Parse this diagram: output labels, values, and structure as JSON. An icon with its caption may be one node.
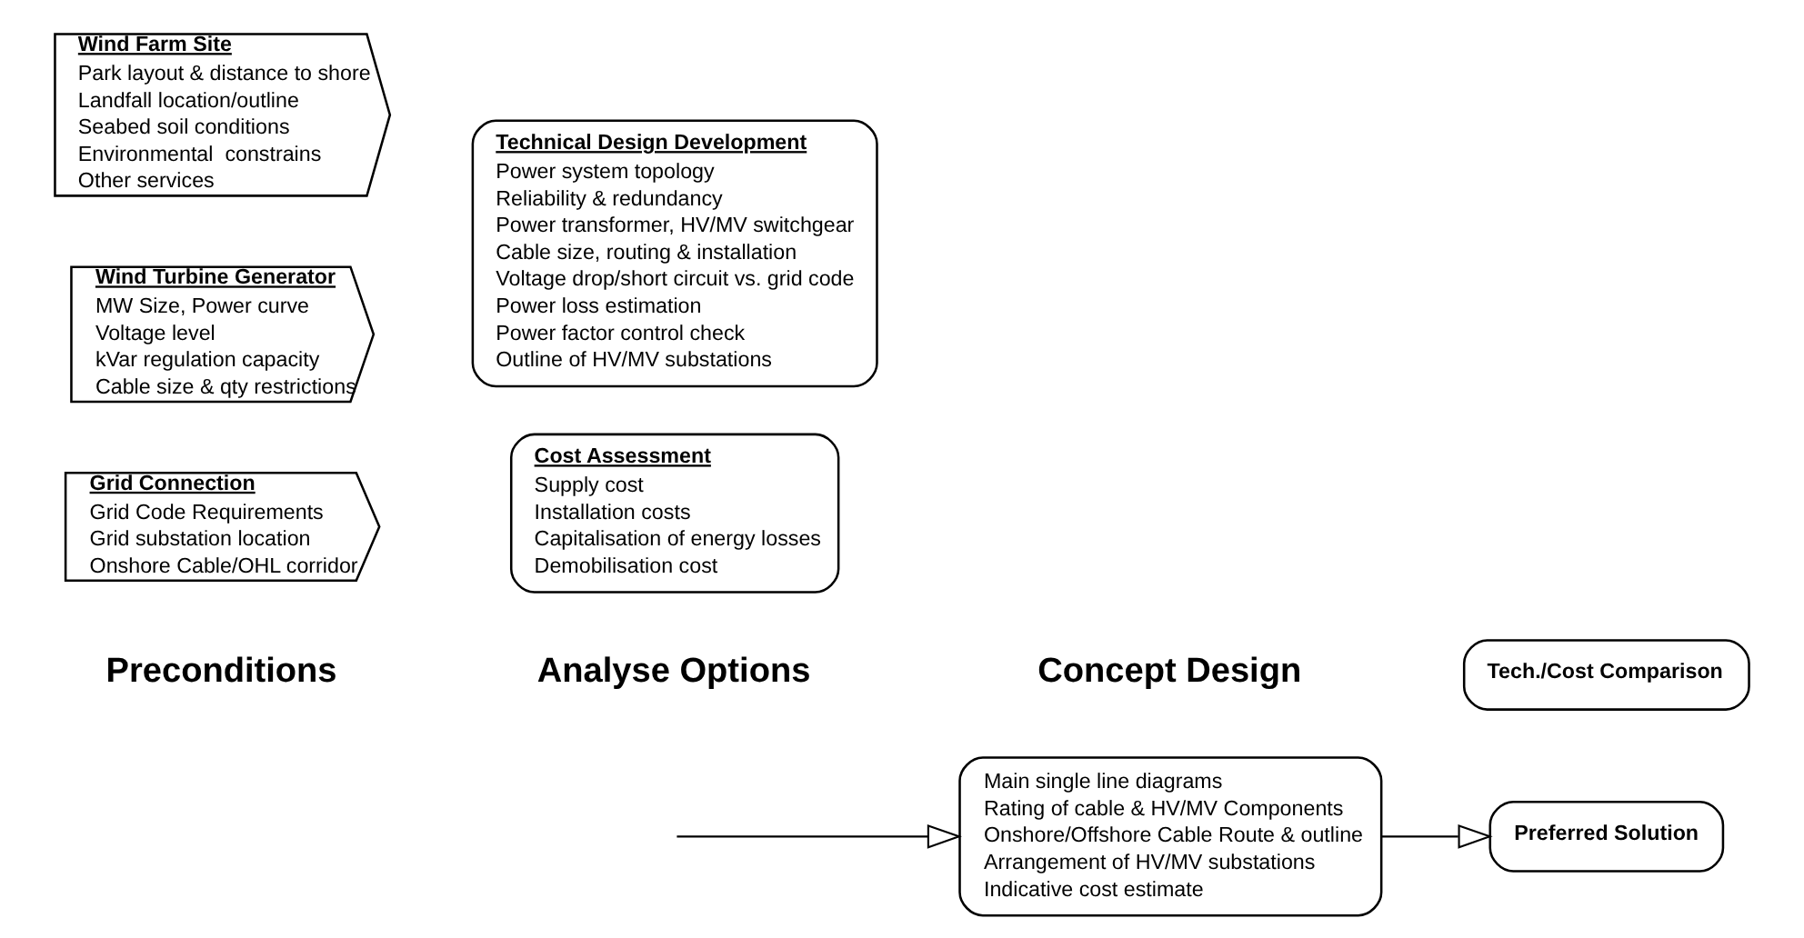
{
  "diagram": {
    "nodes": [
      {
        "text": [
          "Wind Farm Site",
          "Park layout & distance to shore",
          "Landfall location/outline",
          "Seabed soil conditions",
          "Environmental  constrains",
          "Other services"
        ]
      },
      {
        "text": [
          "Wind Turbine Generator",
          "MW Size, Power curve",
          "Voltage level",
          "kVar regulation capacity",
          "Cable size & qty restrictions"
        ]
      },
      {
        "text": [
          "Grid Connection",
          "Grid Code Requirements",
          "Grid substation location",
          "Onshore Cable/OHL corridor"
        ]
      },
      {
        "text": [
          "Technical Design Development",
          "Power system topology",
          "Reliability & redundancy",
          "Power transformer, HV/MV switchgear",
          "Cable size, routing & installation",
          "Voltage drop/short circuit vs. grid code",
          "Power loss estimation",
          "Power factor control check",
          "Outline of HV/MV substations"
        ]
      },
      {
        "text": [
          "Cost Assessment",
          "Supply cost",
          "Installation costs",
          "Capitalisation of energy losses",
          "Demobilisation cost"
        ]
      },
      {
        "text": [
          "Main single line diagrams",
          "Rating of cable & HV/MV Components",
          "Onshore/Offshore Cable Route & outline",
          "Arrangement of HV/MV substations",
          "Indicative cost estimate"
        ]
      },
      {
        "text": [
          "Tech./Cost Comparison"
        ]
      },
      {
        "text": [
          "Preferred Solution"
        ]
      }
    ],
    "edges": [
      {
        "from": null,
        "to": 5,
        "arrow": "to"
      },
      {
        "from": 5,
        "to": 7,
        "arrow": "to"
      }
    ],
    "labels": [
      "Preconditions",
      "Analyse Options",
      "Concept Design"
    ]
  }
}
